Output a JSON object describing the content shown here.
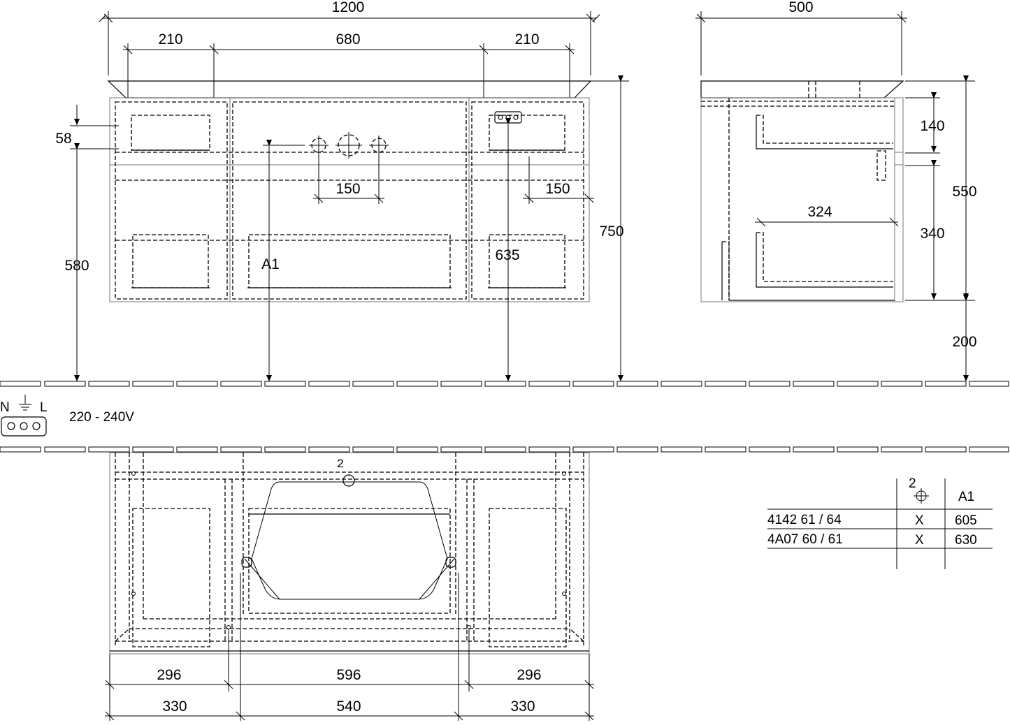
{
  "drawing": {
    "front_view": {
      "width_total": "1200",
      "width_left_offset": "210",
      "width_center": "680",
      "width_right_offset": "210",
      "height_top_drawer": "58",
      "height_floor_to_a1": "580",
      "label_a1": "A1",
      "tap_spacing_left": "150",
      "tap_spacing_right": "150",
      "height_socket": "635",
      "height_total": "750"
    },
    "side_view": {
      "depth_total": "500",
      "height_upper": "140",
      "depth_inner": "324",
      "height_lower": "340",
      "height_cabinet": "550",
      "height_floor_gap": "200"
    },
    "power": {
      "neutral": "N",
      "live": "L",
      "voltage": "220 - 240V"
    },
    "plan_view": {
      "drain_label": "2",
      "drawer_widths": [
        "296",
        "596",
        "296"
      ],
      "carcass_widths": [
        "330",
        "540",
        "330"
      ]
    },
    "table": {
      "header_symbol": "2",
      "header_a1": "A1",
      "rows": [
        {
          "model": "4142 61 / 64",
          "mark": "X",
          "a1": "605"
        },
        {
          "model": "4A07 60 / 61",
          "mark": "X",
          "a1": "630"
        }
      ]
    }
  }
}
